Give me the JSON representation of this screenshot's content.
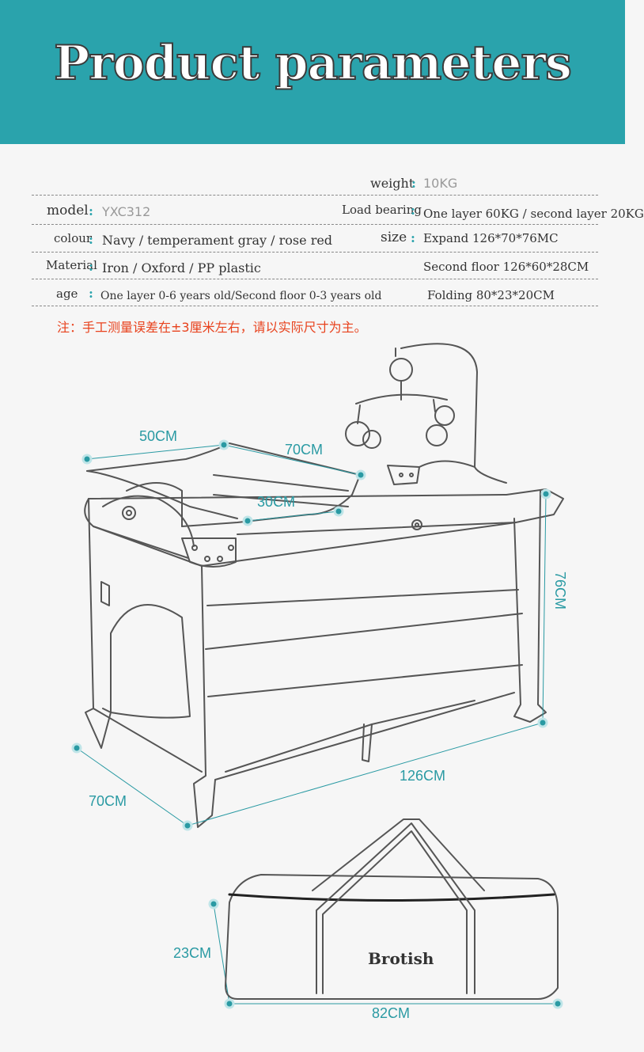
{
  "header": {
    "title": "Product parameters"
  },
  "params": {
    "weight_label": "weight",
    "weight_value": "10KG",
    "model_label": "model",
    "model_value": "YXC312",
    "load_label": "Load bearing",
    "load_value": "One layer 60KG / second layer 20KG",
    "colour_label": "colour",
    "colour_value": "Navy / temperament gray / rose red",
    "size_label": "size",
    "size_expand": "Expand 126*70*76MC",
    "size_second": "Second floor 126*60*28CM",
    "size_folding": "Folding 80*23*20CM",
    "material_label": "Material",
    "material_value": "Iron / Oxford / PP plastic",
    "age_label": "age",
    "age_value": "One layer 0-6 years old/Second floor 0-3 years old",
    "colon": ":"
  },
  "note": "注：手工测量误差在±3厘米左右，请以实际尺寸为主。",
  "dimensions": {
    "changer_width": "50CM",
    "changer_length": "70CM",
    "changer_depth": "30CM",
    "height": "76CM",
    "length": "126CM",
    "width": "70CM",
    "bag_height": "23CM",
    "bag_length": "82CM"
  },
  "bag": {
    "brand": "Brotish"
  },
  "colors": {
    "accent": "#2aa3ac",
    "note": "#e8421d",
    "line": "#555555"
  }
}
